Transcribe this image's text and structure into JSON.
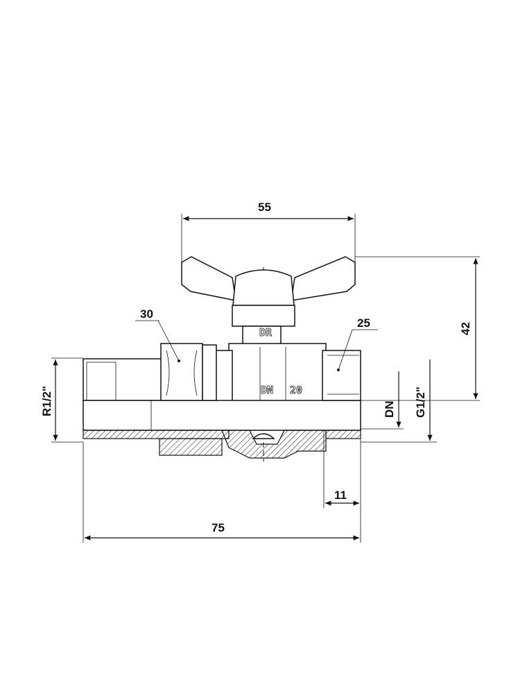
{
  "drawing": {
    "dimensions": {
      "handle_width": "55",
      "height": "42",
      "left_nut_size": "30",
      "right_nut_size": "25",
      "left_thread": "R1/2\"",
      "nominal_diameter": "DN",
      "right_thread": "G1/2\"",
      "thread_length": "11",
      "total_length": "75"
    },
    "body_marks": {
      "brand": "DR",
      "dn_label": "DN",
      "dn_value": "20"
    }
  }
}
